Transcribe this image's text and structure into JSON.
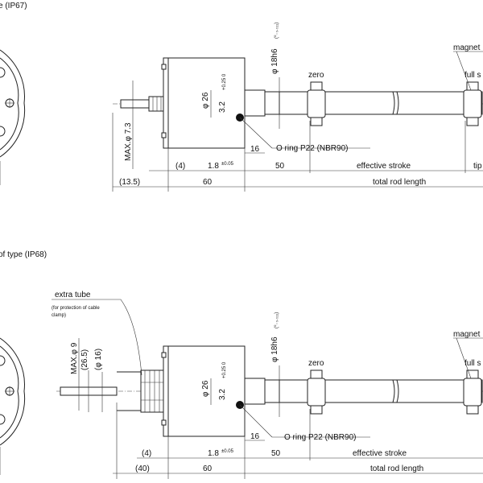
{
  "top": {
    "heading": "e (IP67)",
    "labels": {
      "phi18": "φ 18h6",
      "phi18_tol": "(⁰₋₀.₀₁₁)",
      "zero": "zero",
      "magnet": "magnet",
      "full": "full s",
      "phi26": "φ 26",
      "d32": "3.2",
      "d32_tol": "+0.25 0",
      "max73": "MAX.φ 7.3",
      "d16": "16",
      "oring": "O ring P22 (NBR90)",
      "d4": "(4)",
      "d18": "1.8",
      "d18_tol": "±0.05",
      "d50": "50",
      "eff": "effective stroke",
      "tip": "tip",
      "d135": "(13.5)",
      "d60": "60",
      "total": "total rod length"
    }
  },
  "bottom": {
    "heading": "of type (IP68)",
    "labels": {
      "extra": "extra tube",
      "extra_note1": "(for protection of cable",
      "extra_note2": "clamp)",
      "max9": "MAX.φ 9",
      "d265": "(26.5)",
      "phi16": "(φ 16)",
      "phi18": "φ 18h6",
      "phi18_tol": "(⁰₋₀.₀₁₁)",
      "zero": "zero",
      "magnet": "magnet",
      "full": "full s",
      "phi26": "φ 26",
      "d32": "3.2",
      "d32_tol": "+0.25 0",
      "d16": "16",
      "oring": "O ring P22 (NBR90)",
      "d4": "(4)",
      "d18": "1.8",
      "d18_tol": "±0.05",
      "d50": "50",
      "eff": "effective stroke",
      "d40": "(40)",
      "d60": "60",
      "total": "total rod length"
    }
  }
}
